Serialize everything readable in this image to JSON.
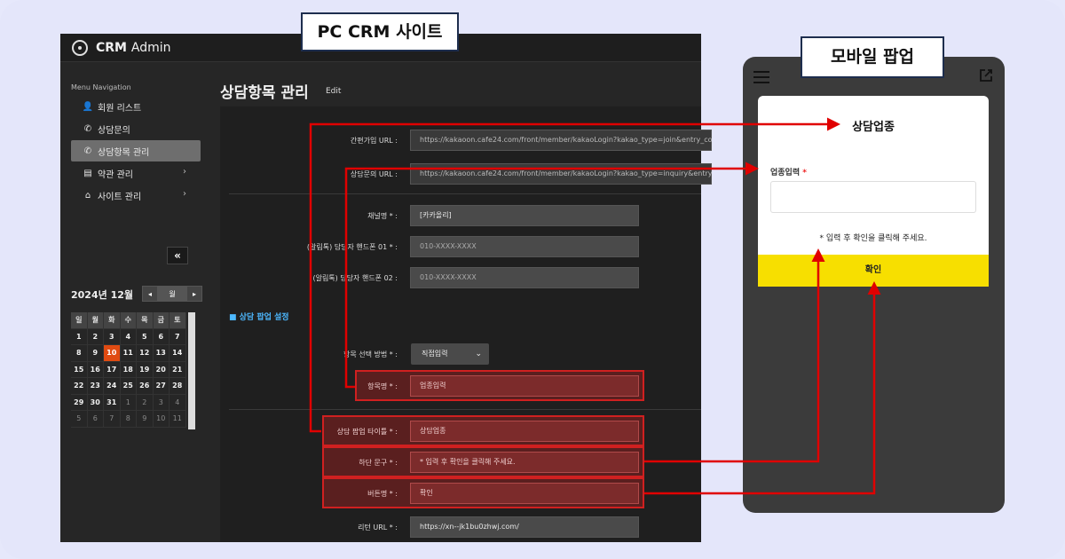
{
  "callouts": {
    "pc": "PC CRM 사이트",
    "mobile": "모바일 팝업"
  },
  "crm": {
    "title_bold": "CRM",
    "title_thin": "Admin",
    "menu_nav_label": "Menu Navigation",
    "nav": [
      {
        "label": "회원 리스트",
        "icon": "user-icon"
      },
      {
        "label": "상담문의",
        "icon": "phone-icon"
      },
      {
        "label": "상담항목 관리",
        "icon": "phone-icon"
      },
      {
        "label": "약관 관리",
        "icon": "card-icon"
      },
      {
        "label": "사이트 관리",
        "icon": "home-icon"
      }
    ],
    "collapse_label": "«",
    "calendar": {
      "title": "2024년 12월",
      "prev": "◂",
      "today": "월",
      "next": "▸",
      "weekdays": [
        "일",
        "월",
        "화",
        "수",
        "목",
        "금",
        "토"
      ],
      "weeks": [
        [
          "1",
          "2",
          "3",
          "4",
          "5",
          "6",
          "7"
        ],
        [
          "8",
          "9",
          "10",
          "11",
          "12",
          "13",
          "14"
        ],
        [
          "15",
          "16",
          "17",
          "18",
          "19",
          "20",
          "21"
        ],
        [
          "22",
          "23",
          "24",
          "25",
          "26",
          "27",
          "28"
        ],
        [
          "29",
          "30",
          "31",
          "1",
          "2",
          "3",
          "4"
        ],
        [
          "5",
          "6",
          "7",
          "8",
          "9",
          "10",
          "11"
        ]
      ]
    },
    "page_title": "상담항목 관리",
    "page_sub": "Edit",
    "form": {
      "join_url_label": "간편가입 URL :",
      "join_url_value": "https://kakaoon.cafe24.com/front/member/kakaoLogin?kakao_type=join&entry_co",
      "inquiry_url_label": "상담문의 URL :",
      "inquiry_url_value": "https://kakaoon.cafe24.com/front/member/kakaoLogin?kakao_type=inquiry&entry",
      "channel_label": "채널명 * :",
      "channel_value": "[카카올리]",
      "phone1_label": "(알림톡) 담당자 핸드폰 01 * :",
      "phone1_placeholder": "010-XXXX-XXXX",
      "phone2_label": "(알림톡) 담당자 핸드폰 02 :",
      "phone2_placeholder": "010-XXXX-XXXX",
      "section_title": "■ 상담 팝업 설정",
      "method_label": "항목 선택 방법 * :",
      "method_value": "직접입력",
      "item_label": "항목명 * :",
      "item_value": "업종입력",
      "popup_title_label": "상담 팝업 타이틀 * :",
      "popup_title_value": "상담업종",
      "bottom_text_label": "하단 문구 * :",
      "bottom_text_value": "* 입력 후 확인을 클릭해 주세요.",
      "button_label": "버튼명 * :",
      "button_value": "확인",
      "return_url_label": "리턴 URL * :",
      "return_url_value": "https://xn--jk1bu0zhwj.com/"
    }
  },
  "mobile": {
    "popup_title": "상담업종",
    "input_label": "업종입력",
    "required_mark": "*",
    "note": "* 입력 후 확인을 클릭해 주세요.",
    "button": "확인"
  },
  "colors": {
    "highlight": "#d02020",
    "accent_yellow": "#f7df00",
    "today": "#e04b12",
    "section_blue": "#4db8ff"
  }
}
